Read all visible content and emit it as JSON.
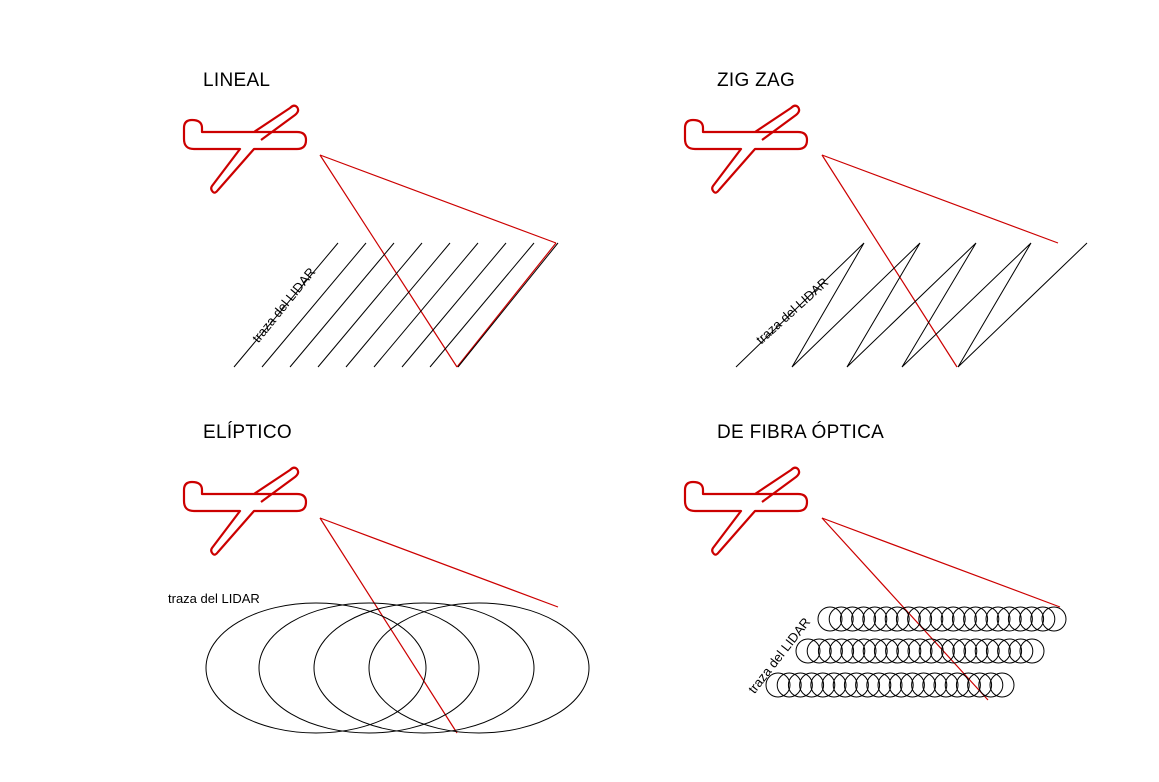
{
  "panels": [
    {
      "title": "LINEAL",
      "trace_label": "traza del LIDAR"
    },
    {
      "title": "ZIG ZAG",
      "trace_label": "traza del LIDAR"
    },
    {
      "title": "ELÍPTICO",
      "trace_label": "traza del LIDAR"
    },
    {
      "title": "DE FIBRA ÓPTICA",
      "trace_label": "traza del LIDAR"
    }
  ],
  "colors": {
    "aircraft": "#cc0000",
    "beam": "#cc0000",
    "trace": "#000000"
  }
}
